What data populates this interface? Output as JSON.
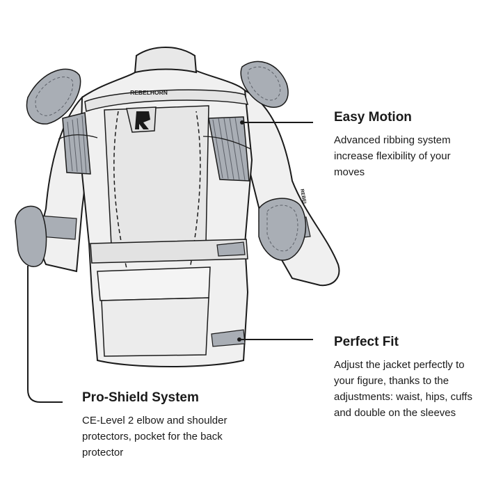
{
  "brand": {
    "jacket_logo_text": "REBELHORN",
    "sleeve_text": "REBEL"
  },
  "features": {
    "easy_motion": {
      "title": "Easy Motion",
      "description": "Advanced ribbing system increase flexibility of your moves"
    },
    "perfect_fit": {
      "title": "Perfect Fit",
      "description": "Adjust the jacket perfectly to your figure, thanks to the adjustments: waist, hips, cuffs and double on the sleeves"
    },
    "pro_shield": {
      "title": "Pro-Shield System",
      "description": "CE-Level 2 elbow and shoulder protectors, pocket for the back protector"
    }
  },
  "colors": {
    "jacket_fill": "#f0f0f0",
    "jacket_shade": "#e2e2e2",
    "panel_grey": "#a9aeb5",
    "protector_grey": "#a9aeb5",
    "outline": "#1a1a1a"
  }
}
